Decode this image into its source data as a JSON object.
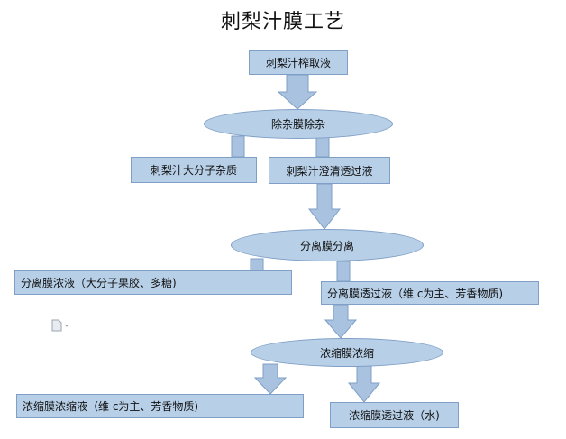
{
  "title": "刺梨汁膜工艺",
  "nodes": {
    "juice": "刺梨汁榨取液",
    "impurity_membrane": "除杂膜除杂",
    "macromolecule_impurities": "刺梨汁大分子杂质",
    "clear_permeate": "刺梨汁澄清透过液",
    "separation_membrane": "分离膜分离",
    "separation_concentrate": "分离膜浓液（大分子果胶、多糖)",
    "separation_permeate": "分离膜透过液（维 c为主、芳香物质)",
    "concentration_membrane": "浓缩膜浓缩",
    "concentrate_liquid": "浓缩膜浓缩液（维 c为主、芳香物质)",
    "concentration_permeate": "浓缩膜透过液（水)"
  },
  "colors": {
    "fill": "#b7cfe7",
    "border": "#7f9fc6",
    "arrow": "#a9c2e0"
  }
}
